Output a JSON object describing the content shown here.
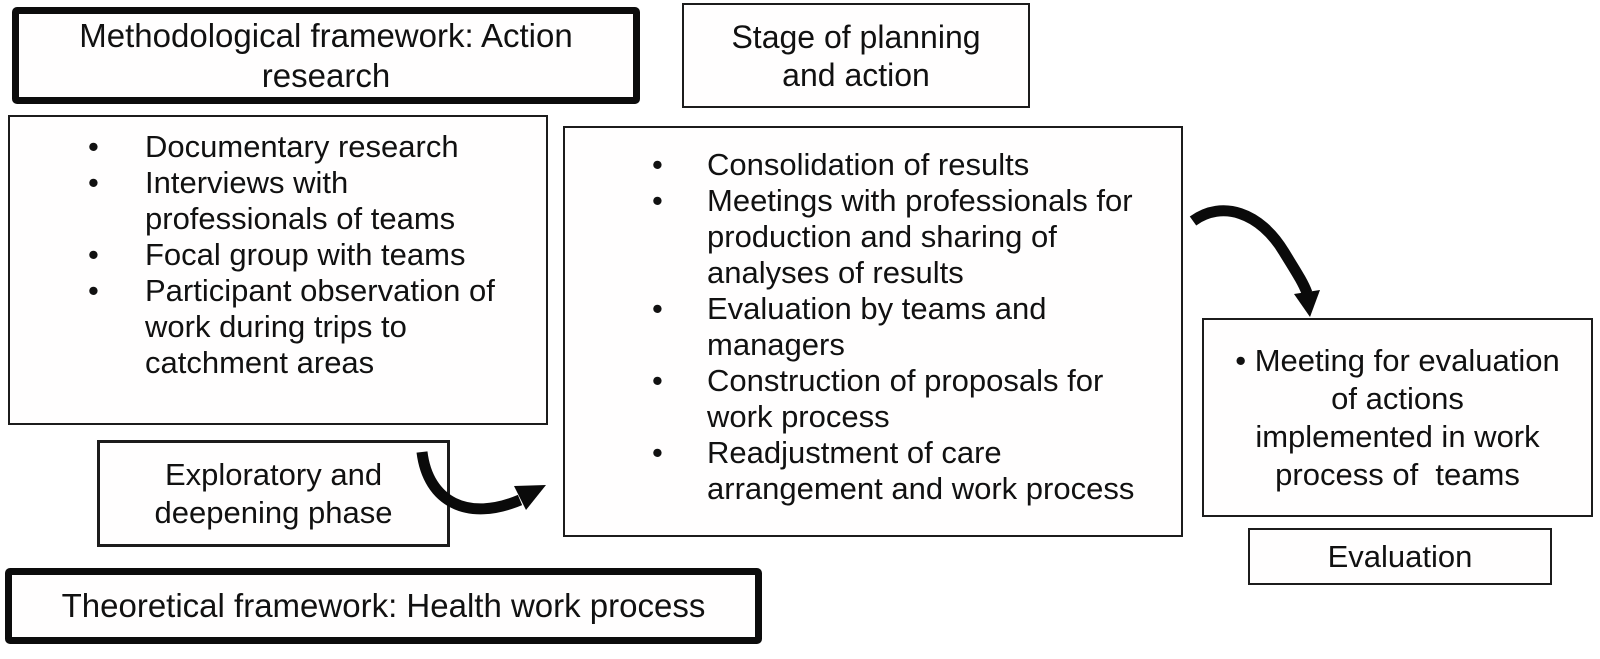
{
  "figure": {
    "background_color": "#ffffff",
    "text_color": "#111111",
    "thin_border_color": "#1c1c1c",
    "thick_border_color": "#0c0c0c",
    "arrow_color": "#0a0a0a"
  },
  "glyphs": {
    "bullet": "•"
  },
  "boxes": {
    "methodological_framework": {
      "lines": [
        "Methodological framework: Action",
        "research"
      ]
    },
    "stage_of_planning": {
      "lines": [
        "Stage of planning",
        "and action"
      ]
    },
    "exploratory_methods": {
      "bullets": [
        {
          "lines": [
            "Documentary research"
          ]
        },
        {
          "lines": [
            "Interviews with",
            "professionals of teams"
          ]
        },
        {
          "lines": [
            "Focal group with teams"
          ]
        },
        {
          "lines": [
            "Participant observation of",
            "work during trips to",
            "catchment areas"
          ]
        }
      ]
    },
    "planning_actions": {
      "bullets": [
        {
          "lines": [
            "Consolidation of results"
          ]
        },
        {
          "lines": [
            "Meetings with professionals for",
            "production and sharing of",
            "analyses of results"
          ]
        },
        {
          "lines": [
            "Evaluation by teams and",
            "managers"
          ]
        },
        {
          "lines": [
            "Construction of proposals for",
            "work process"
          ]
        },
        {
          "lines": [
            "Readjustment of care",
            "arrangement and work process"
          ]
        }
      ]
    },
    "exploratory_phase": {
      "lines": [
        "Exploratory and",
        "deepening phase"
      ]
    },
    "theoretical_framework": {
      "lines": [
        "Theoretical framework: Health work process"
      ]
    },
    "evaluation_meeting": {
      "lines": [
        "• Meeting for evaluation",
        "of actions",
        "implemented in work",
        "process of  teams"
      ]
    },
    "evaluation": {
      "lines": [
        "Evaluation"
      ]
    }
  }
}
